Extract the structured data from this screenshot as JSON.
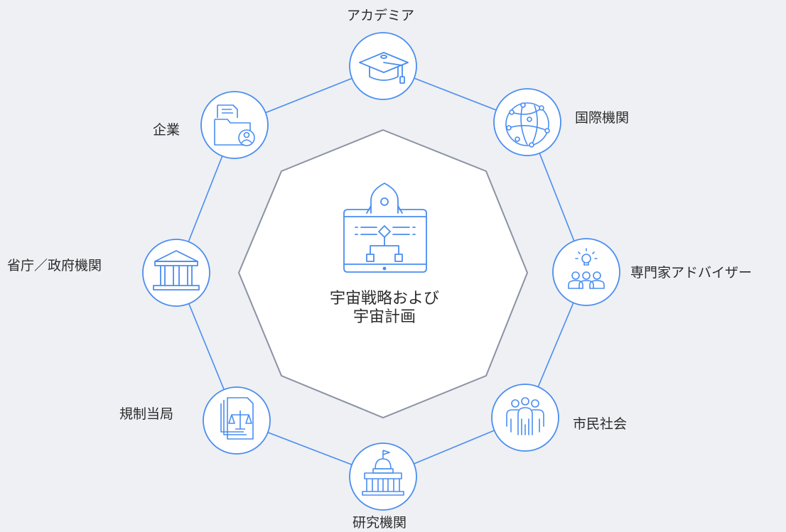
{
  "diagram": {
    "center": {
      "title_line1": "宇宙戦略および",
      "title_line2": "宇宙計画",
      "icon": "rocket-blueprint-icon"
    },
    "nodes": [
      {
        "id": "academia",
        "label": "アカデミア",
        "icon": "graduation-cap-icon"
      },
      {
        "id": "international",
        "label": "国際機関",
        "icon": "globe-network-icon"
      },
      {
        "id": "experts",
        "label": "専門家アドバイザー",
        "icon": "lightbulb-people-icon"
      },
      {
        "id": "civil",
        "label": "市民社会",
        "icon": "people-group-icon"
      },
      {
        "id": "research",
        "label": "研究機関",
        "icon": "capitol-building-icon"
      },
      {
        "id": "regulators",
        "label": "規制当局",
        "icon": "scales-document-icon"
      },
      {
        "id": "ministries",
        "label": "省庁／政府機関",
        "icon": "government-building-icon"
      },
      {
        "id": "companies",
        "label": "企業",
        "icon": "folder-user-icon"
      }
    ],
    "colors": {
      "background": "#eef0f4",
      "accent": "#4a8df0",
      "outline": "#8a93a3",
      "node_fill": "#ffffff",
      "text": "#2b2b2b"
    }
  }
}
